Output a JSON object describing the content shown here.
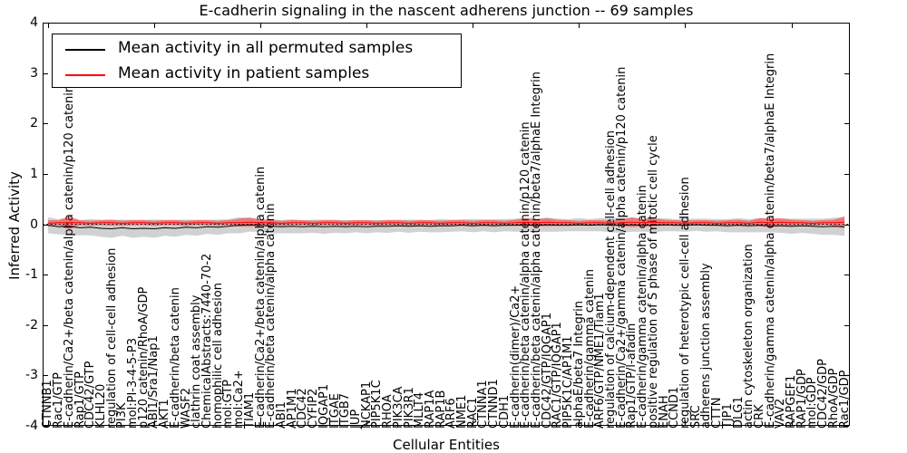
{
  "title": "E-cadherin signaling in the nascent adherens junction -- 69 samples",
  "axes": {
    "ylabel": "Inferred Activity",
    "xlabel": "Cellular Entities",
    "yticks": [
      "4",
      "3",
      "2",
      "1",
      "0",
      "-1",
      "-2",
      "-3",
      "-4"
    ],
    "ylim": [
      -4,
      4
    ]
  },
  "legend": {
    "entries": [
      {
        "label": "Mean activity in all permuted samples",
        "color": "#000000"
      },
      {
        "label": "Mean activity in patient samples",
        "color": "#ff0000"
      }
    ]
  },
  "chart_data": {
    "type": "line",
    "title": "E-cadherin signaling in the nascent adherens junction -- 69 samples",
    "xlabel": "Cellular Entities",
    "ylabel": "Inferred Activity",
    "ylim": [
      -4,
      4
    ],
    "grid": false,
    "legend_position": "upper left",
    "zero_line": {
      "y": 0,
      "style": "dotted",
      "color": "#000000"
    },
    "categories": [
      "CTNNB1",
      "Rac1/GTP",
      "E-cadherin/Ca2+/beta catenin/alpha catenin/p120 catenin",
      "Rap1/GTP",
      "CDC42/GTP",
      "KLHL20",
      "regulation of cell-cell adhesion",
      "PI3K",
      "mol:PI-3-4-5-P3",
      "p120 catenin/RhoA/GDP",
      "ABI1/Sra1/Nap1",
      "AKT1",
      "E-cadherin/beta catenin",
      "WASF2",
      "clathrin coat assembly",
      "ChemicalAbstracts:7440-70-2",
      "homophilic cell adhesion",
      "mol:GTP",
      "mol:Ca2+",
      "TIAM1",
      "E-cadherin/Ca2+/beta catenin/alpha catenin",
      "E-cadherin/beta catenin/alpha catenin",
      "ABI1",
      "AP1M1",
      "CDC42",
      "CYFIP2",
      "IQGAP1",
      "ITGAE",
      "ITGB7",
      "JUP",
      "NCKAP1",
      "PIP5K1C",
      "RHOA",
      "PIK3CA",
      "PIK3R1",
      "MLLT4",
      "RAP1A",
      "RAP1B",
      "ARF6",
      "NME1",
      "RAC1",
      "CTNNA1",
      "CTNND1",
      "CDH1",
      "E-cadherin(dimer)/Ca2+",
      "E-cadherin/beta catenin/alpha catenin/p120 catenin",
      "E-cadherin/beta catenin/alpha catenin/beta7/alphaE Integrin",
      "CDC42/GTP/IQGAP1",
      "RAC1/GTP/IQGAP1",
      "PIP5K1C/AP1M1",
      "alphaE/beta7 Integrin",
      "E-cadherin/gamma catenin",
      "ARF6/GTP/NME1/Tiam1",
      "regulation of calcium-dependent cell-cell adhesion",
      "E-cadherin/Ca2+/gamma catenin/alpha catenin/p120 catenin",
      "Rap1/GTP/l-afadin",
      "E-cadherin/gamma catenin/alpha catenin",
      "positive regulation of S phase of mitotic cell cycle",
      "ENAH",
      "CCND1",
      "regulation of heterotypic cell-cell adhesion",
      "SRC",
      "adherens junction assembly",
      "CTTN",
      "TJP1",
      "DLG1",
      "actin cytoskeleton organization",
      "CRK",
      "E-cadherin/gamma catenin/alpha catenin/beta7/alphaE Integrin",
      "VAV2",
      "RAPGEF1",
      "RAP1/GDP",
      "mol:GDP",
      "CDC42/GDP",
      "RhoA/GDP",
      "Rac1/GDP"
    ],
    "series": [
      {
        "name": "Mean activity in all permuted samples",
        "color": "#000000",
        "band_color": "rgba(0,0,0,0.18)",
        "values": [
          -0.02,
          -0.05,
          -0.04,
          -0.07,
          -0.06,
          -0.08,
          -0.09,
          -0.07,
          -0.09,
          -0.08,
          -0.09,
          -0.07,
          -0.08,
          -0.06,
          -0.07,
          -0.05,
          -0.06,
          -0.04,
          -0.02,
          -0.01,
          -0.02,
          -0.04,
          -0.05,
          -0.04,
          -0.05,
          -0.04,
          -0.05,
          -0.04,
          -0.05,
          -0.04,
          -0.05,
          -0.04,
          -0.04,
          -0.03,
          -0.04,
          -0.03,
          -0.04,
          -0.03,
          -0.03,
          -0.02,
          -0.03,
          -0.02,
          -0.03,
          -0.02,
          -0.02,
          -0.01,
          -0.02,
          -0.01,
          -0.02,
          -0.02,
          -0.01,
          -0.02,
          -0.01,
          -0.02,
          -0.02,
          -0.01,
          -0.02,
          -0.02,
          -0.01,
          -0.02,
          -0.02,
          -0.01,
          -0.02,
          -0.02,
          -0.03,
          -0.02,
          -0.03,
          -0.02,
          -0.03,
          -0.03,
          -0.04,
          -0.03,
          -0.04,
          -0.05,
          -0.04,
          -0.05
        ],
        "band_halfwidth": [
          0.16,
          0.15,
          0.17,
          0.15,
          0.16,
          0.17,
          0.18,
          0.16,
          0.18,
          0.17,
          0.18,
          0.16,
          0.17,
          0.15,
          0.16,
          0.14,
          0.15,
          0.14,
          0.16,
          0.14,
          0.13,
          0.14,
          0.13,
          0.14,
          0.13,
          0.13,
          0.14,
          0.13,
          0.13,
          0.12,
          0.13,
          0.12,
          0.13,
          0.12,
          0.13,
          0.12,
          0.12,
          0.13,
          0.12,
          0.12,
          0.13,
          0.12,
          0.13,
          0.12,
          0.13,
          0.14,
          0.13,
          0.14,
          0.13,
          0.12,
          0.13,
          0.12,
          0.13,
          0.14,
          0.15,
          0.14,
          0.13,
          0.14,
          0.13,
          0.12,
          0.13,
          0.12,
          0.13,
          0.12,
          0.13,
          0.14,
          0.13,
          0.14,
          0.13,
          0.14,
          0.15,
          0.14,
          0.15,
          0.16,
          0.17,
          0.18
        ]
      },
      {
        "name": "Mean activity in patient samples",
        "color": "#ff0000",
        "band_color": "rgba(255,0,0,0.40)",
        "values": [
          0.02,
          0.03,
          0.03,
          0.03,
          0.02,
          0.03,
          0.03,
          0.02,
          0.03,
          0.03,
          0.02,
          0.03,
          0.03,
          0.02,
          0.03,
          0.03,
          0.02,
          0.03,
          0.03,
          0.04,
          0.03,
          0.03,
          0.02,
          0.03,
          0.03,
          0.02,
          0.03,
          0.03,
          0.02,
          0.03,
          0.03,
          0.02,
          0.03,
          0.03,
          0.02,
          0.03,
          0.03,
          0.02,
          0.03,
          0.03,
          0.02,
          0.03,
          0.03,
          0.02,
          0.03,
          0.04,
          0.03,
          0.04,
          0.03,
          0.03,
          0.02,
          0.03,
          0.03,
          0.02,
          0.03,
          0.04,
          0.03,
          0.04,
          0.03,
          0.03,
          0.02,
          0.03,
          0.03,
          0.02,
          0.03,
          0.03,
          0.02,
          0.04,
          0.03,
          0.04,
          0.03,
          0.03,
          0.02,
          0.03,
          0.03,
          0.04
        ],
        "band_halfwidth": [
          0.06,
          0.05,
          0.13,
          0.05,
          0.05,
          0.05,
          0.06,
          0.05,
          0.05,
          0.05,
          0.05,
          0.05,
          0.05,
          0.05,
          0.05,
          0.05,
          0.05,
          0.05,
          0.08,
          0.09,
          0.06,
          0.05,
          0.05,
          0.05,
          0.05,
          0.05,
          0.05,
          0.05,
          0.05,
          0.05,
          0.05,
          0.05,
          0.05,
          0.05,
          0.05,
          0.05,
          0.05,
          0.05,
          0.05,
          0.05,
          0.05,
          0.05,
          0.05,
          0.05,
          0.06,
          0.08,
          0.07,
          0.08,
          0.06,
          0.05,
          0.05,
          0.05,
          0.05,
          0.05,
          0.06,
          0.1,
          0.07,
          0.08,
          0.06,
          0.05,
          0.05,
          0.05,
          0.05,
          0.05,
          0.05,
          0.06,
          0.05,
          0.08,
          0.09,
          0.08,
          0.06,
          0.05,
          0.05,
          0.05,
          0.06,
          0.12
        ]
      }
    ]
  }
}
